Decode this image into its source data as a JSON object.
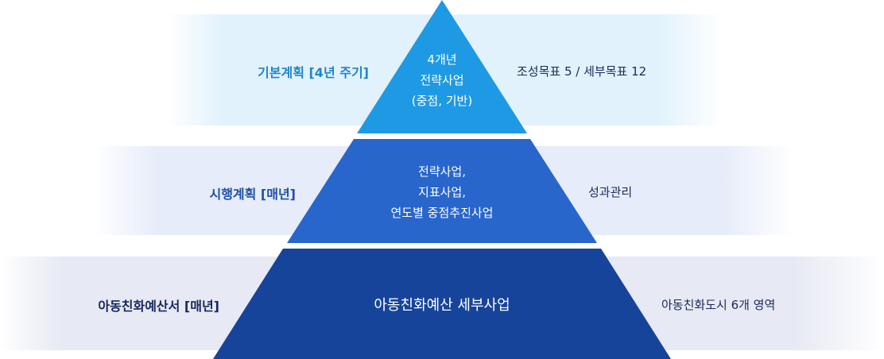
{
  "tiers": [
    {
      "left_label": "기본계획 [4년 주기]",
      "center_lines": [
        "4개년",
        "전략사업",
        "(중점, 기반)"
      ],
      "right_label": "조성목표 5 / 세부목표 12",
      "color": "#1e9ae4",
      "label_color": "#1e86c9"
    },
    {
      "left_label": "시행계획 [매년]",
      "center_lines": [
        "전략사업,",
        "지표사업,",
        "연도별 중점추진사업"
      ],
      "right_label": "성과관리",
      "color": "#2866cc",
      "label_color": "#1f4fa8"
    },
    {
      "left_label": "아동친화예산서 [매년]",
      "center_lines": [
        "아동친화예산 세부사업"
      ],
      "right_label": "아동친화도시 6개 영역",
      "color": "#16449a",
      "label_color": "#15285e"
    }
  ]
}
